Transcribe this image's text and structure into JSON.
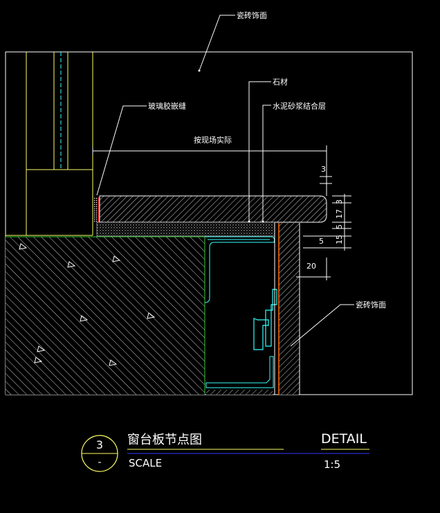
{
  "annotations": {
    "tile_top": "瓷砖饰面",
    "glass_sealant": "玻璃胶嵌缝",
    "stone": "石材",
    "mortar_layer": "水泥砂浆结合层",
    "site_actual": "按现场实际",
    "tile_right": "瓷砖饰面"
  },
  "dimensions": [
    "3",
    "3",
    "17",
    "5",
    "15",
    "5",
    "20"
  ],
  "title_block": {
    "number": "3",
    "sub": "-",
    "title": "窗台板节点图",
    "scale_label": "SCALE",
    "detail_label": "DETAIL",
    "ratio": "1:5"
  },
  "colors": {
    "background": "#000000",
    "frame": "#ffffff",
    "window_frame": "#ffff66",
    "cyan": "#33ffff",
    "green": "#33cc33",
    "orange": "#ff6a00",
    "red": "#ff2222",
    "blue": "#3333ff"
  }
}
